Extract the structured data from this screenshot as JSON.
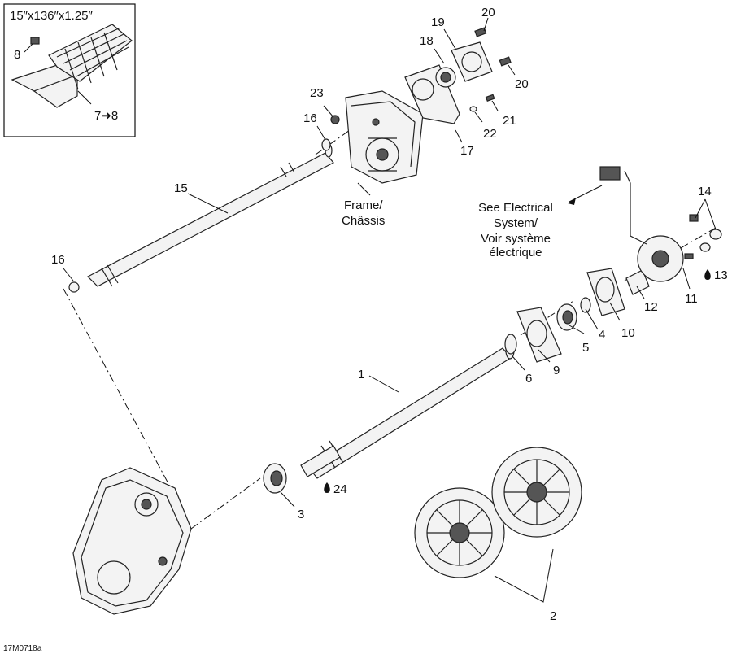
{
  "inset": {
    "track_size": "15″x136″x1.25″",
    "label_8": "8",
    "label_7_8": "7➜8"
  },
  "notes": {
    "frame": [
      "Frame/",
      "Châssis"
    ],
    "electrical": [
      "See Electrical",
      "System/",
      "Voir système",
      "électrique"
    ]
  },
  "callouts": {
    "c1": "1",
    "c2": "2",
    "c3": "3",
    "c4": "4",
    "c5": "5",
    "c6": "6",
    "c9": "9",
    "c10": "10",
    "c11": "11",
    "c12": "12",
    "c13": "13",
    "c14": "14",
    "c15": "15",
    "c16a": "16",
    "c16b": "16",
    "c17": "17",
    "c18": "18",
    "c19": "19",
    "c20a": "20",
    "c20b": "20",
    "c21": "21",
    "c22": "22",
    "c23": "23",
    "c24": "24"
  },
  "drawing_id": "17M0718a"
}
